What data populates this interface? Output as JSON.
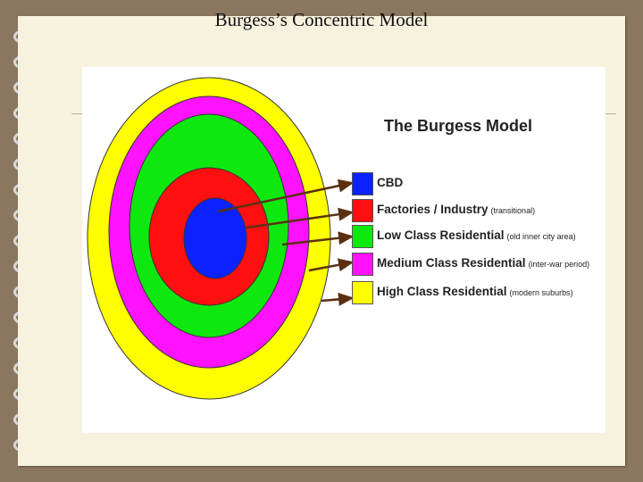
{
  "slide": {
    "title": "Burgess’s Concentric Model"
  },
  "figure": {
    "title": "The Burgess Model",
    "zones": [
      {
        "label": "CBD",
        "note": "",
        "color": "#0b22ff"
      },
      {
        "label": "Factories / Industry",
        "note": "(transitional)",
        "color": "#ff0f0f"
      },
      {
        "label": "Low Class Residential",
        "note": "(old inner city area)",
        "color": "#0fe80f"
      },
      {
        "label": "Medium Class Residential",
        "note": "(inter-war period)",
        "color": "#ff13ff"
      },
      {
        "label": "High Class Residential",
        "note": "(modern suburbs)",
        "color": "#ffff00"
      }
    ],
    "arrow_color": "#5a3010"
  }
}
